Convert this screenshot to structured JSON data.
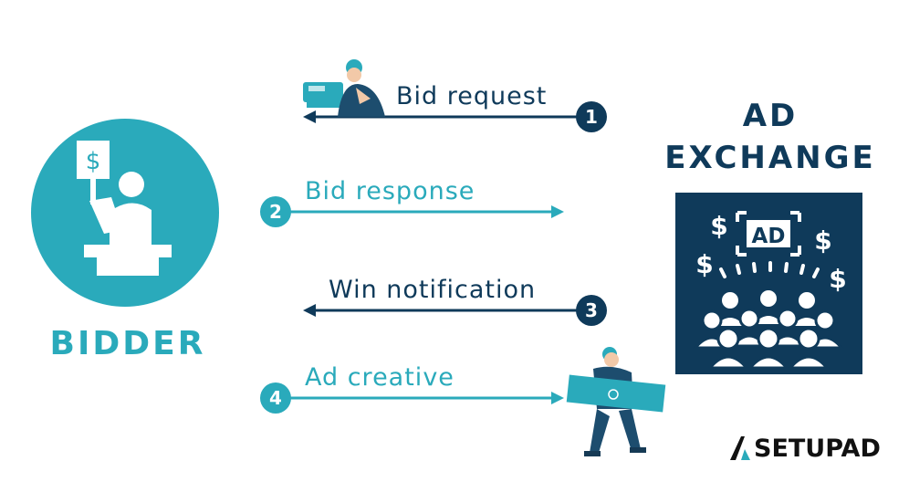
{
  "bidder": {
    "label": "BIDDER",
    "sign_symbol": "$"
  },
  "ad_exchange": {
    "title_line1": "AD",
    "title_line2": "EXCHANGE",
    "screen_label": "AD",
    "dollar_symbol": "$"
  },
  "steps": [
    {
      "number": "1",
      "label": "Bid request",
      "direction": "to-bidder"
    },
    {
      "number": "2",
      "label": "Bid response",
      "direction": "to-exchange"
    },
    {
      "number": "3",
      "label": "Win notification",
      "direction": "to-bidder"
    },
    {
      "number": "4",
      "label": "Ad creative",
      "direction": "to-exchange"
    }
  ],
  "brand": {
    "name": "SETUPAD"
  },
  "colors": {
    "teal": "#2aaabb",
    "navy": "#0f3a5a",
    "white": "#ffffff"
  }
}
